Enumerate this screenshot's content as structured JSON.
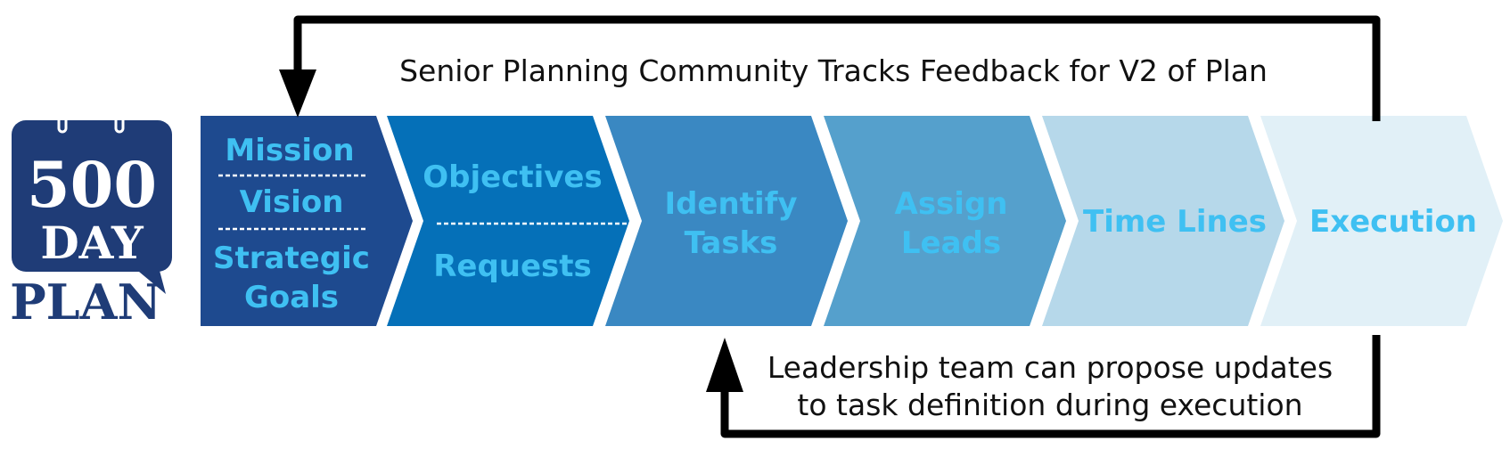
{
  "logo": {
    "number": "500",
    "day": "DAY",
    "plan": "PLAN"
  },
  "stages": [
    {
      "lines": [
        "Mission",
        "Vision",
        "Strategic",
        "Goals"
      ],
      "color": "#1e4a8f"
    },
    {
      "lines": [
        "Objectives",
        "Requests"
      ],
      "color": "#0570b8"
    },
    {
      "lines": [
        "Identify",
        "Tasks"
      ],
      "color": "#3a88c2"
    },
    {
      "lines": [
        "Assign",
        "Leads"
      ],
      "color": "#55a0cc"
    },
    {
      "lines": [
        "Time Lines"
      ],
      "color": "#b6d8ea"
    },
    {
      "lines": [
        "Execution"
      ],
      "color": "#e1f0f7"
    }
  ],
  "feedback_top": "Senior Planning Community Tracks Feedback for V2 of Plan",
  "feedback_bottom": {
    "line1": "Leadership team can propose updates",
    "line2": "to task definition during execution"
  },
  "colors": {
    "text_accent": "#3fc0f2",
    "logo_navy": "#1f3c77",
    "arrow": "#000000"
  }
}
